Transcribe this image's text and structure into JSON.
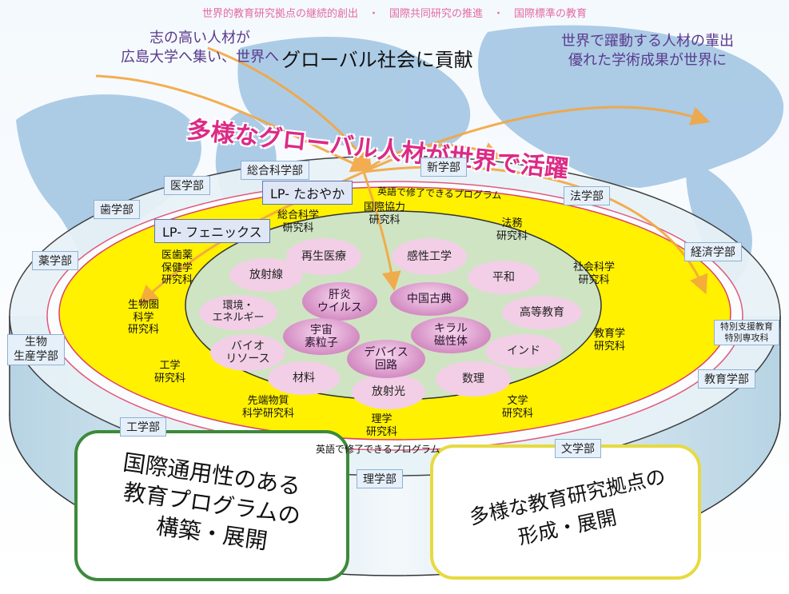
{
  "header": {
    "top_line": "世界的教育研究拠点の継続的創出　・　国際共同研究の推進　・　国際標準の教育",
    "left_caption": [
      "志の高い人材が",
      "広島大学へ集い、世界へ"
    ],
    "center_caption": "グローバル社会に貢献",
    "right_caption": [
      "世界で躍動する人材の輩出",
      "優れた学術成果が世界に"
    ]
  },
  "slogan": "多様なグローバル人材が世界で活躍",
  "lp_programs": [
    "LP- たおやか",
    "LP- フェニックス"
  ],
  "ring_labels": {
    "top": "英語で修了できるプログラム",
    "bottom": "英語で修了できるプログラム"
  },
  "faculties": [
    "総合科学部",
    "新学部",
    "医学部",
    "法学部",
    "歯学部",
    "薬学部",
    "経済学部",
    "生物\n生産学部",
    "特別支援教育\n特別専攻科",
    "教育学部",
    "工学部",
    "文学部",
    "理学部"
  ],
  "graduate_schools": [
    "総合科学\n研究科",
    "国際協力\n研究科",
    "法務\n研究科",
    "医歯薬\n保健学\n研究科",
    "社会科学\n研究科",
    "生物圏\n科学\n研究科",
    "教育学\n研究科",
    "工学\n研究科",
    "先端物質\n科学研究科",
    "文学\n研究科",
    "理学\n研究科"
  ],
  "research_pods": [
    "再生医療",
    "感性工学",
    "放射線",
    "平和",
    "環境・\nエネルギー",
    "高等教育",
    "バイオ\nリソース",
    "インド",
    "材料",
    "数理",
    "放射光"
  ],
  "core_pods": [
    "肝炎\nウイルス",
    "中国古典",
    "宇宙\n素粒子",
    "キラル\n磁性体",
    "デバイス\n回路"
  ],
  "base_panels": {
    "left": [
      "国際通用性のある",
      "教育プログラムの",
      "構築・展開"
    ],
    "right": [
      "多様な教育研究拠点の",
      "形成・展開"
    ]
  },
  "colors": {
    "slogan": "#dc2a86",
    "top_line": "#e46aa4",
    "caption": "#5a3a8c",
    "yellow_ring": "#fff100",
    "pink_pod": "#f2cfe6",
    "core_pod": "#c46bb0",
    "inner_disc": "#cfe4c3",
    "left_panel_border": "#3d8a3a",
    "right_panel_border": "#e6da40",
    "map": "#9fc3e2"
  }
}
